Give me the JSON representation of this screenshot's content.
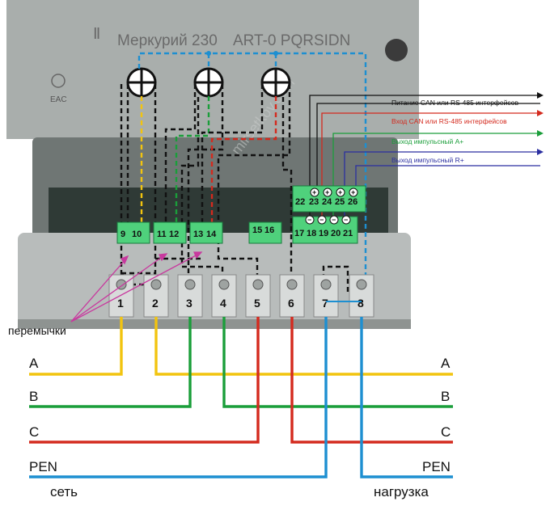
{
  "meter": {
    "brand": "Меркурий 230",
    "model": "ART-0 PQRSIDN",
    "watermark": "mirsetkov.com"
  },
  "terminals": {
    "aux": [
      "9",
      "10",
      "11",
      "12",
      "13",
      "14",
      "15",
      "16",
      "17",
      "18",
      "19",
      "20",
      "21"
    ],
    "aux_top": [
      "22",
      "23",
      "24",
      "25",
      "26"
    ],
    "polarity_top": [
      "+",
      "+",
      "+",
      "+"
    ],
    "polarity_bottom": [
      "−",
      "−",
      "−",
      "−"
    ],
    "main": [
      "1",
      "2",
      "3",
      "4",
      "5",
      "6",
      "7",
      "8"
    ]
  },
  "interfaces": [
    {
      "label": "Питание CAN или RS-485 интерфейсов",
      "color": "#111111"
    },
    {
      "label": "Вход CAN или RS-485 интерфейсов",
      "color": "#d42a1e"
    },
    {
      "label": "Выход импульсный A+",
      "color": "#1a9e3a"
    },
    {
      "label": "Выход импульсный R+",
      "color": "#2b2fa0"
    }
  ],
  "jumpers_label": "перемычки",
  "lines": {
    "left": [
      "A",
      "B",
      "C",
      "PEN"
    ],
    "right": [
      "A",
      "B",
      "C",
      "PEN"
    ]
  },
  "side_labels": {
    "source": "сеть",
    "load": "нагрузка"
  },
  "colors": {
    "phase_a": "#f2c40f",
    "phase_b": "#1a9e3a",
    "phase_c": "#d42a1e",
    "pen": "#1d8fd1",
    "meter_body": "#8c9290",
    "jumper": "#c8399e"
  }
}
